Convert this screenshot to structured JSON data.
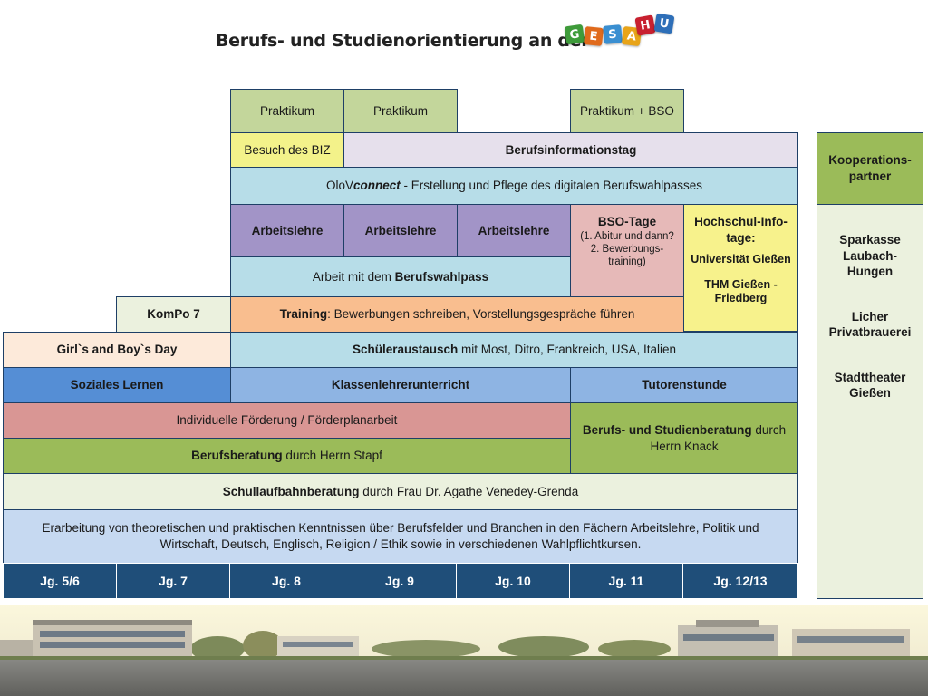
{
  "header": {
    "title": "Berufs- und Studienorientierung an der",
    "logo_letters": [
      "G",
      "E",
      "S",
      "A",
      "H",
      "U"
    ],
    "logo_colors": [
      "#3e9b3a",
      "#e06a1c",
      "#3a8fd1",
      "#e8a419",
      "#c8202f",
      "#2e6fb8"
    ]
  },
  "rows": {
    "praktikum_8": "Praktikum",
    "praktikum_9": "Praktikum",
    "praktikum_11": "Praktikum + BSO",
    "biz": "Besuch des BIZ",
    "berufsinfotag": "Berufsinformationstag",
    "olov_prefix": "OloV",
    "olov_bold": "connect",
    "olov_rest": " - Erstellung und Pflege des digitalen Berufswahlpasses",
    "arbeitslehre_8": "Arbeitslehre",
    "arbeitslehre_9": "Arbeitslehre",
    "arbeitslehre_10": "Arbeitslehre",
    "bso_tage_title": "BSO-Tage",
    "bso_tage_line1": "(1. Abitur und dann?",
    "bso_tage_line2": "2. Bewerbungs-",
    "bso_tage_line3": "training)",
    "hochschul_title1": "Hochschul-Info-",
    "hochschul_title2": "tage:",
    "hochschul_uni": "Universität Gießen",
    "hochschul_thm1": "THM Gießen -",
    "hochschul_thm2": "Friedberg",
    "berufswahlpass_pre": "Arbeit mit dem ",
    "berufswahlpass_bold": "Berufswahlpass",
    "kompo": "KomPo 7",
    "training_bold": "Training",
    "training_rest": ": Bewerbungen schreiben, Vorstellungsgespräche führen",
    "girls_day": "Girl`s and Boy`s Day",
    "austausch_bold": "Schüleraustausch",
    "austausch_rest": " mit Most, Ditro, Frankreich, USA, Italien",
    "soziales": "Soziales Lernen",
    "klassenlehrer": "Klassenlehrerunterricht",
    "tutoren": "Tutorenstunde",
    "foerderung": "Individuelle Förderung / Förderplanarbeit",
    "berufsberatung_bold": "Berufsberatung",
    "berufsberatung_rest": " durch Herrn Stapf",
    "studienberatung_bold": "Berufs- und Studienberatung",
    "studienberatung_rest": " durch",
    "studienberatung_name": "Herrn Knack",
    "schullaufbahn_bold": "Schullaufbahnberatung",
    "schullaufbahn_rest": " durch Frau Dr. Agathe Venedey-Grenda",
    "erarbeitung_line1": "Erarbeitung von theoretischen und praktischen Kenntnissen über Berufsfelder und Branchen in den Fächern Arbeitslehre, Politik und",
    "erarbeitung_line2": "Wirtschaft, Deutsch, Englisch, Religion / Ethik sowie in verschiedenen Wahlpflichtkursen."
  },
  "grades": [
    "Jg. 5/6",
    "Jg. 7",
    "Jg. 8",
    "Jg. 9",
    "Jg. 10",
    "Jg. 11",
    "Jg. 12/13"
  ],
  "partners": {
    "header_line1": "Kooperations-",
    "header_line2": "partner",
    "p1_line1": "Sparkasse",
    "p1_line2": "Laubach-",
    "p1_line3": "Hungen",
    "p2_line1": "Licher",
    "p2_line2": "Privatbrauerei",
    "p3_line1": "Stadttheater",
    "p3_line2": "Gießen"
  },
  "colors": {
    "green_light": "#c3d69b",
    "yellow": "#f3f28a",
    "lavender": "#e6e0ec",
    "cyan_light": "#b7dde8",
    "purple": "#a294c7",
    "pink": "#e6b9b8",
    "yellow_light": "#f7f28c",
    "orange": "#f9be8f",
    "peach": "#fdeada",
    "green_pale": "#ebf1de",
    "blue_mid": "#558ed5",
    "blue_light": "#8eb4e3",
    "red": "#d99694",
    "green_mid": "#9bbb59",
    "green_pale2": "#ebf1de",
    "blue_pale": "#c6d9f1",
    "navy": "#1f4e79"
  },
  "photo": {
    "description_icon": "school-panorama-photo"
  }
}
